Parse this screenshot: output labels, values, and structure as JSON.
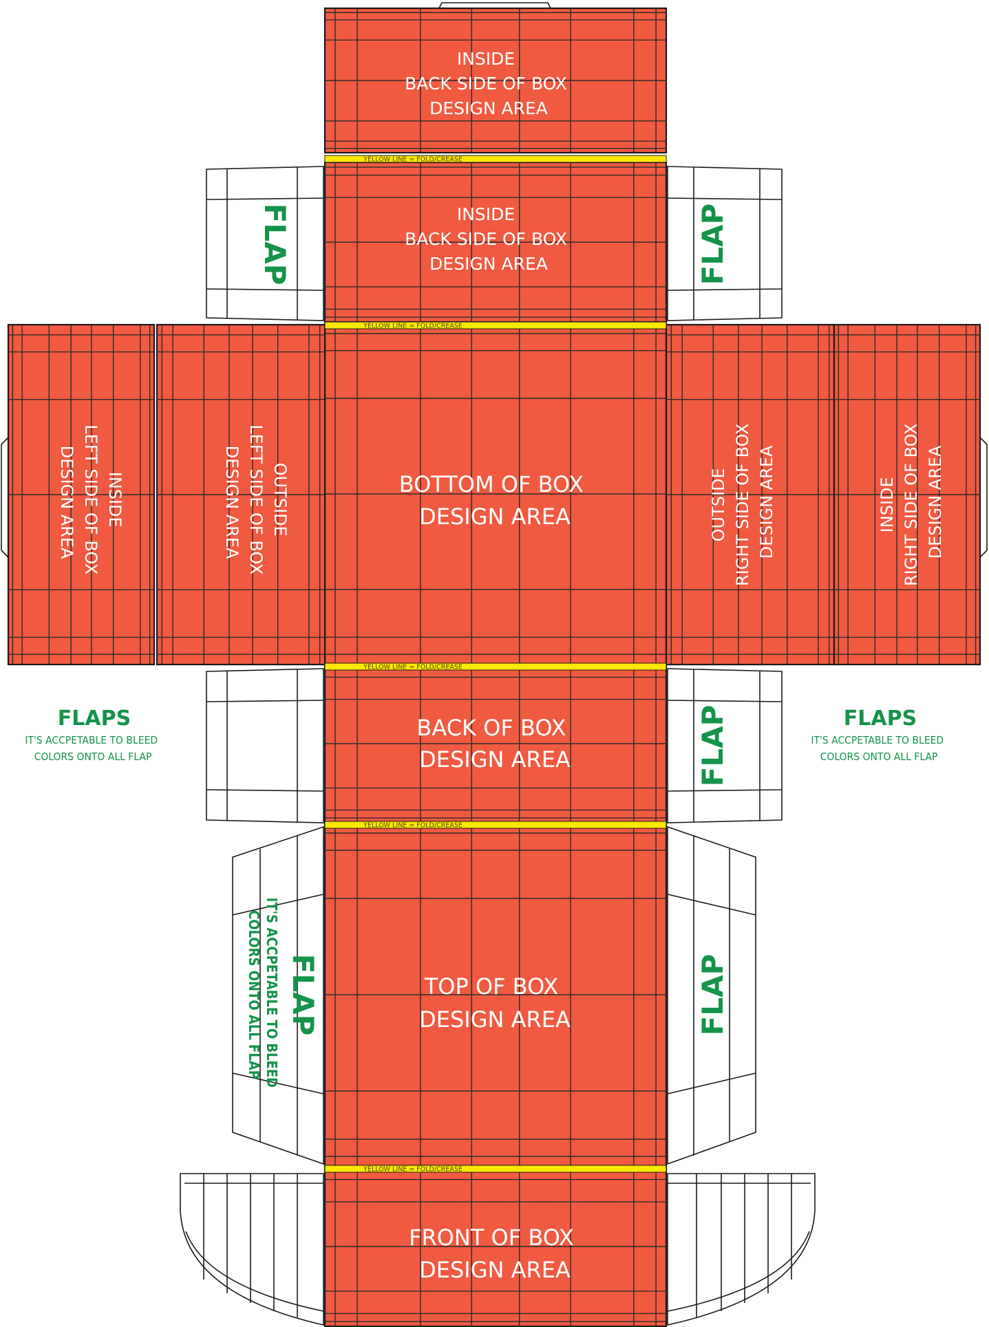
{
  "colors": {
    "panel_fill": "#f05a41",
    "fold_line": "#ffe800",
    "flap_text": "#14934a",
    "panel_text": "#ffffff",
    "outline": "#1a1a1a"
  },
  "panels": {
    "top_back": [
      "INSIDE",
      "BACK SIDE OF BOX",
      "DESIGN AREA"
    ],
    "second_back": [
      "INSIDE",
      "BACK SIDE OF BOX",
      "DESIGN AREA"
    ],
    "bottom": [
      "BOTTOM OF BOX",
      "DESIGN AREA"
    ],
    "back": [
      "BACK OF BOX",
      "DESIGN AREA"
    ],
    "top": [
      "TOP OF BOX",
      "DESIGN AREA"
    ],
    "front": [
      "FRONT OF BOX",
      "DESIGN AREA"
    ],
    "inside_left": [
      "INSIDE",
      "LEFT SIDE OF BOX",
      "DESIGN AREA"
    ],
    "outside_left": [
      "OUTSIDE",
      "LEFT SIDE OF BOX",
      "DESIGN AREA"
    ],
    "outside_right": [
      "OUTSIDE",
      "RIGHT SIDE OF BOX",
      "DESIGN AREA"
    ],
    "inside_right": [
      "INSIDE",
      "RIGHT SIDE OF BOX",
      "DESIGN AREA"
    ]
  },
  "fold_label": "YELLOW LINE = FOLD/CREASE",
  "flap_label": "FLAP",
  "flaps_note": {
    "title": "FLAPS",
    "line1": "IT'S ACCPETABLE TO BLEED",
    "line2": "COLORS ONTO ALL FLAP"
  },
  "flap_note_vertical": {
    "line1": "IT'S ACCPETABLE TO BLEED",
    "line2": "COLORS ONTO ALL FLAP"
  }
}
